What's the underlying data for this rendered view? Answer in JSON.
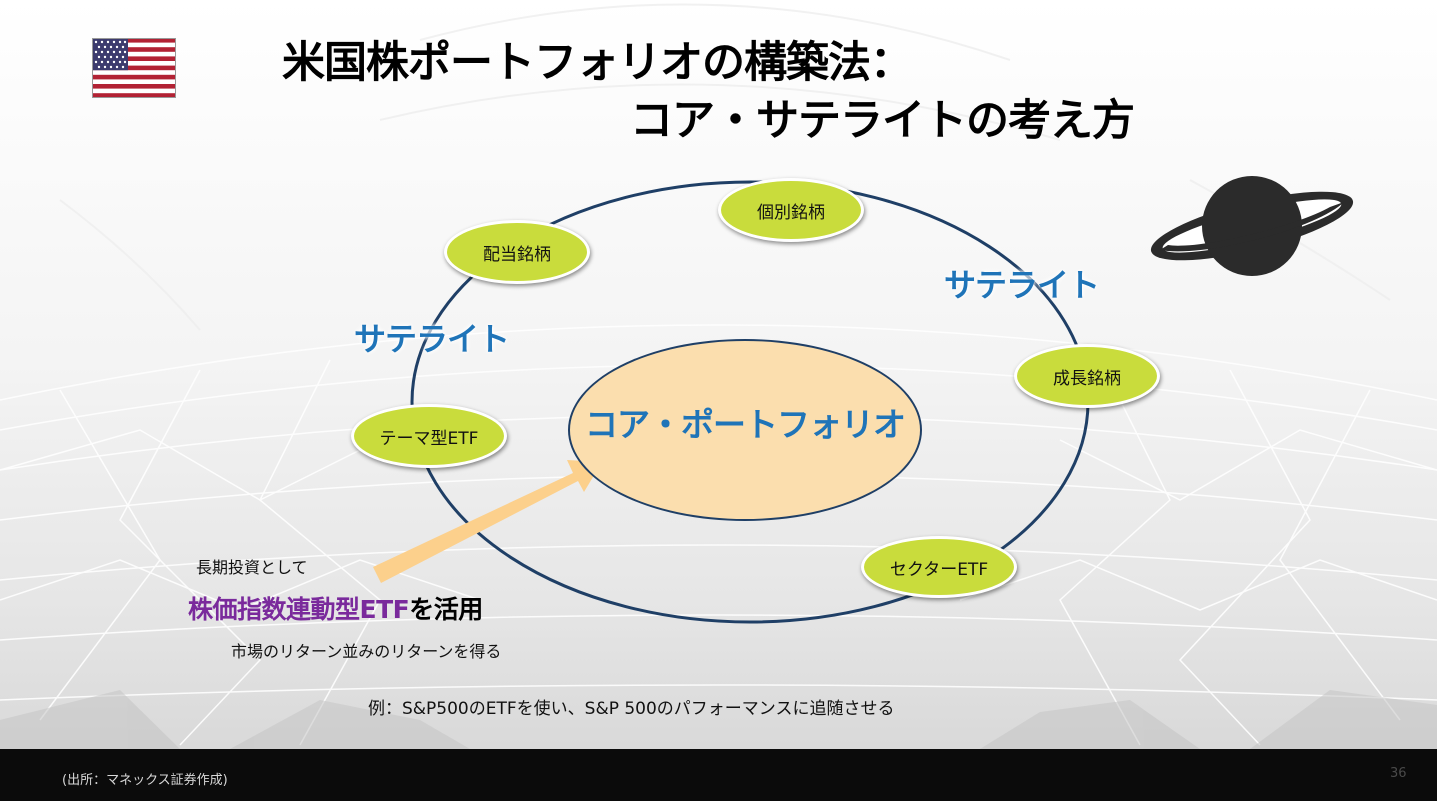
{
  "slide": {
    "title_line1": "米国株ポートフォリオの構築法：",
    "title_line2": "コア・サテライトの考え方"
  },
  "diagram": {
    "core_label": "コア・ポートフォリオ",
    "satellite_label_left": "サテライト",
    "satellite_label_right": "サテライト",
    "bubbles": {
      "individual": "個別銘柄",
      "dividend": "配当銘柄",
      "growth": "成長銘柄",
      "theme": "テーマ型ETF",
      "sector": "セクターETF"
    }
  },
  "notes": {
    "long_term": "長期投資として",
    "etf_highlight": "株価指数連動型ETF",
    "etf_suffix": "を活用",
    "market_return": "市場のリターン並みのリターンを得る",
    "example": "例：S&P500のETFを使い、S&P 500のパフォーマンスに追随させる"
  },
  "footer": {
    "source": "(出所：マネックス証券作成)",
    "page_number": "36"
  },
  "colors": {
    "bubble_fill": "#c9dc3c",
    "core_fill": "#fbdeae",
    "ring_stroke": "#1f3f66",
    "accent_blue": "#1f74b8",
    "accent_purple": "#7a2a9c",
    "arrow_fill": "#fcd08c",
    "footer_bg": "#0b0b0b"
  }
}
